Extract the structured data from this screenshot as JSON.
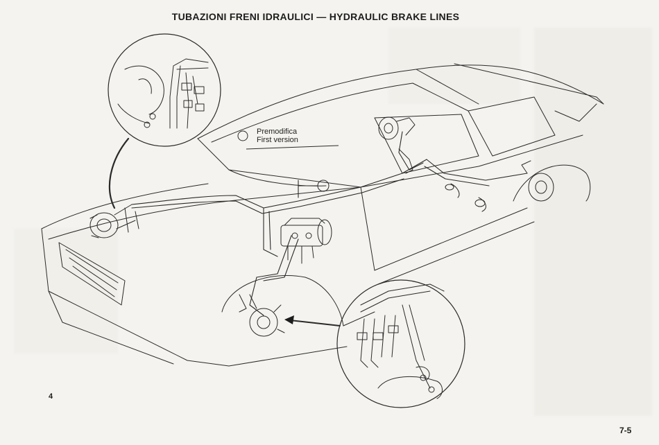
{
  "page": {
    "title": "TUBAZIONI FRENI IDRAULICI — HYDRAULIC BRAKE LINES",
    "figure_number": "4",
    "page_number": "7-5"
  },
  "callout": {
    "label_it": "Premodifica",
    "label_en": "First version"
  },
  "colors": {
    "paper": "#f4f3ef",
    "ink": "#1c1c1c",
    "line": "#2a2a2a"
  }
}
